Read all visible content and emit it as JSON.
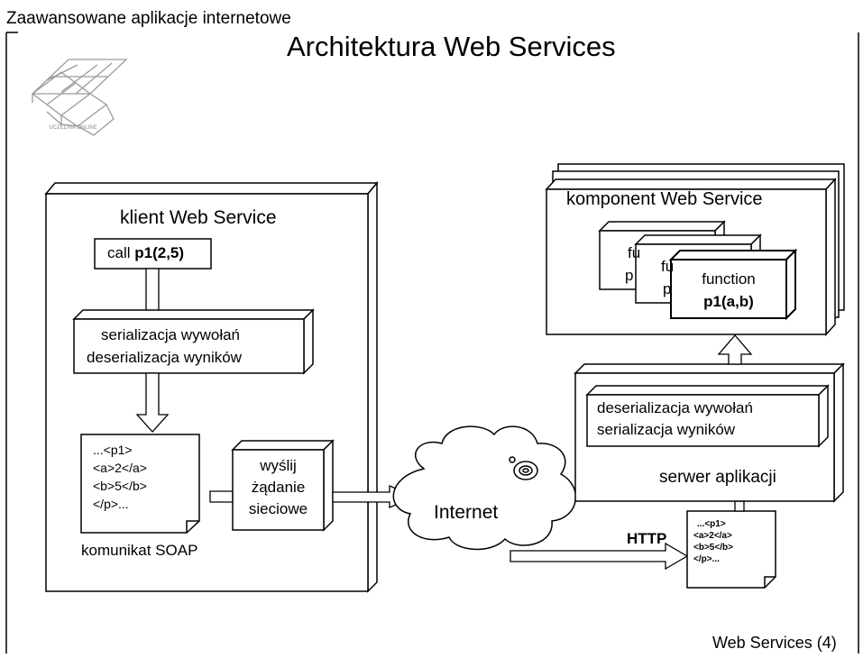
{
  "header": {
    "course_title": "Zaawansowane aplikacje internetowe",
    "slide_title": "Architektura Web Services"
  },
  "logo": {
    "text": "UCZELNIA ONLINE"
  },
  "client": {
    "title": "klient Web Service",
    "call_prefix": "call ",
    "call_bold": "p1(2,5)",
    "serializer_line1": "serializacja wywołań",
    "serializer_line2": "deserializacja wyników",
    "soap_lines": [
      "...<p1>",
      "<a>2</a>",
      "<b>5</b>",
      "</p>..."
    ],
    "soap_caption": "komunikat SOAP",
    "send_lines": [
      "wyślij",
      "żądanie",
      "sieciowe"
    ]
  },
  "network": {
    "cloud_label": "Internet",
    "protocol_label": "HTTP"
  },
  "server": {
    "component_title": "komponent Web Service",
    "function_back1": [
      "fu",
      "p"
    ],
    "function_back2": [
      "fu",
      "p"
    ],
    "function_front_line1": "function",
    "function_front_line2": "p1(a,b)",
    "deserializer_line1": "deserializacja wywołań",
    "deserializer_line2": "serializacja wyników",
    "app_server_label": "serwer aplikacji",
    "request_doc_lines": [
      "...<p1>",
      "<a>2</a>",
      "<b>5</b>",
      "</p>..."
    ]
  },
  "footer": {
    "slide_label": "Web Services (4)"
  }
}
